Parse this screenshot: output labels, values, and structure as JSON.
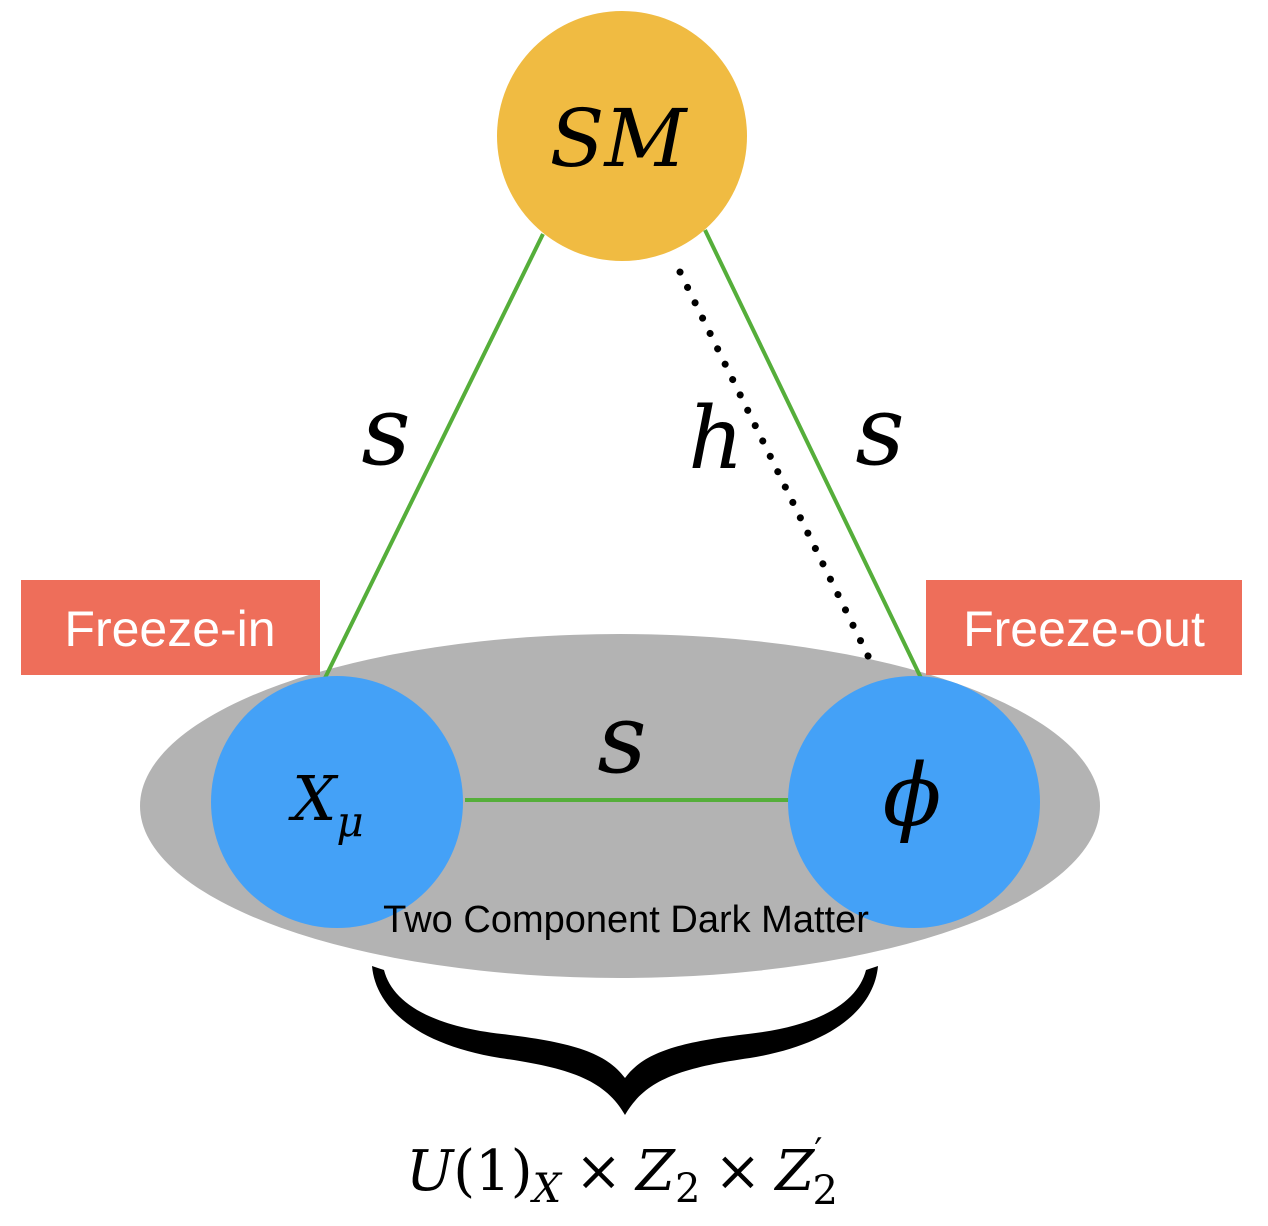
{
  "nodes": {
    "sm": {
      "label": "SM",
      "color": "#F0BB42"
    },
    "x_mu": {
      "label": "X",
      "subscript": "μ",
      "color": "#44A1F7"
    },
    "phi": {
      "label": "ϕ",
      "color": "#44A1F7"
    }
  },
  "edges": {
    "sm_to_x": {
      "label": "s",
      "color": "#55AE3A"
    },
    "sm_to_phi": {
      "label": "s",
      "color": "#55AE3A"
    },
    "x_to_phi": {
      "label": "s",
      "color": "#55AE3A"
    },
    "sm_to_phi_higgs": {
      "label": "h",
      "style": "dotted"
    }
  },
  "tags": {
    "freeze_in": {
      "label": "Freeze-in",
      "color": "#EE6E5A"
    },
    "freeze_out": {
      "label": "Freeze-out",
      "color": "#EE6E5A"
    }
  },
  "dark_matter_region": {
    "caption": "Two Component Dark Matter",
    "color": "#B3B3B3"
  },
  "symmetry": {
    "u": "U",
    "one": "(1)",
    "x_sub": "X",
    "times1": "×",
    "z2": "Z",
    "z2_sub": "2",
    "times2": "×",
    "z2p": "Z",
    "z2p_sub": "2",
    "z2p_prime": "′"
  }
}
